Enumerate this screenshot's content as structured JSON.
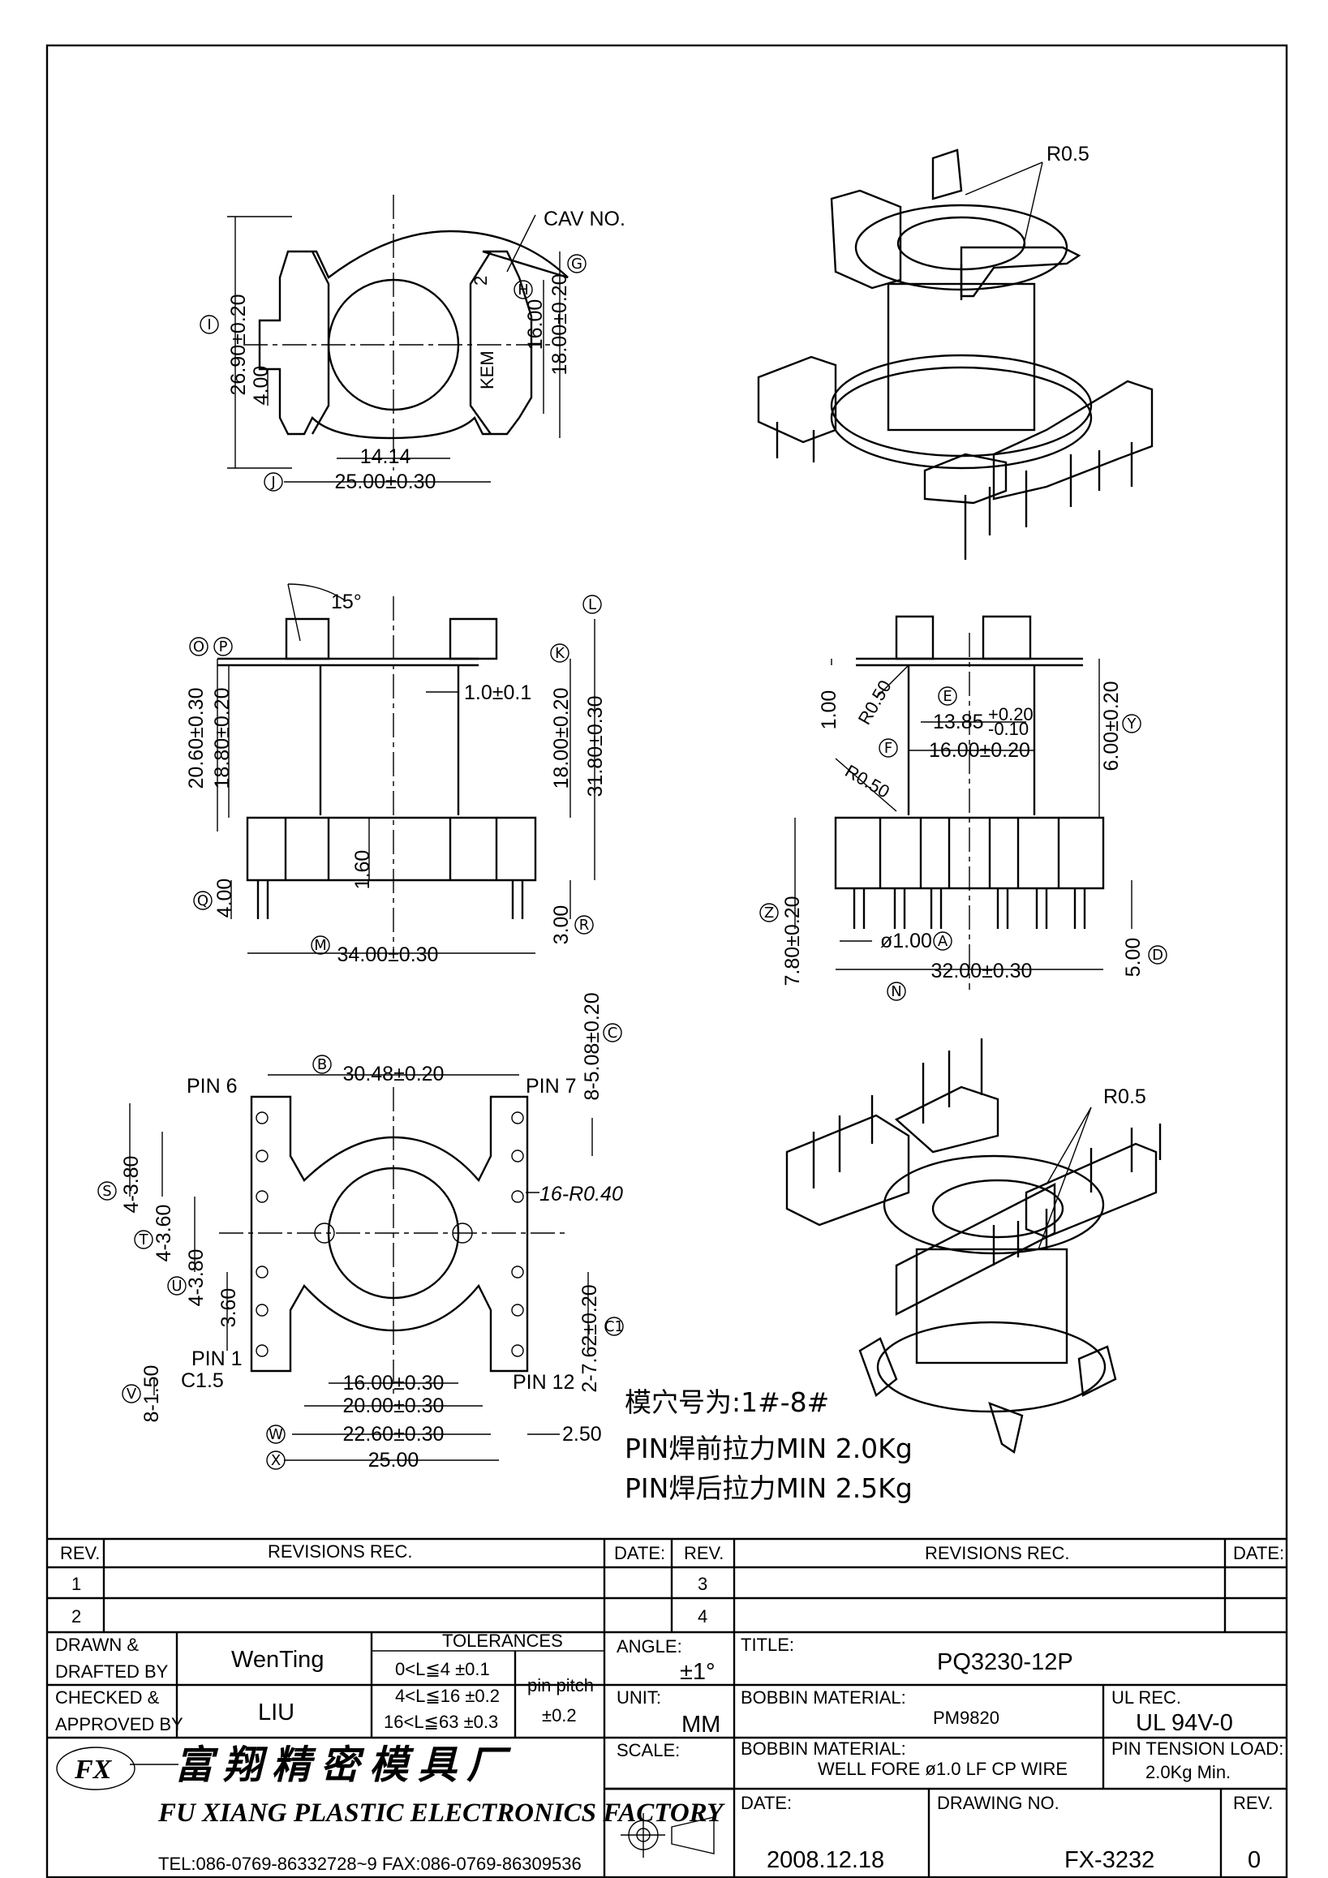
{
  "views": {
    "top": {
      "dims": [
        "26.90±0.20",
        "4.00",
        "16.00",
        "18.00±0.20",
        "14.14",
        "25.00±0.30"
      ],
      "labels": [
        "CAV NO.",
        "2",
        "KEM"
      ],
      "markers": [
        "I",
        "J",
        "H",
        "G"
      ]
    },
    "front": {
      "dims": [
        "15°",
        "20.60±0.30",
        "18.80±0.20",
        "1.0±0.1",
        "18.00±0.20",
        "31.80±0.30",
        "1.60",
        "4.00",
        "3.00",
        "34.00±0.30"
      ],
      "markers": [
        "O",
        "P",
        "K",
        "L",
        "Q",
        "M",
        "R"
      ]
    },
    "side": {
      "dims": [
        "1.00",
        "R0.50",
        "13.85",
        "+0.20",
        "-0.10",
        "16.00±0.20",
        "R0.50",
        "6.00±0.20",
        "7.80±0.20",
        "ø1.00",
        "32.00±0.30",
        "5.00"
      ],
      "markers": [
        "E",
        "F",
        "Y",
        "Z",
        "A",
        "N",
        "D"
      ]
    },
    "bottom": {
      "dims": [
        "30.48±0.20",
        "8-5.08±0.20",
        "4-3.80",
        "4-3.60",
        "4-3.80",
        "3.60",
        "16-R0.40",
        "2-7.62±0.20",
        "8-1.50",
        "C1.5",
        "16.00±0.30",
        "20.00±0.30",
        "22.60±0.30",
        "2.50",
        "25.00"
      ],
      "labels": [
        "PIN 6",
        "PIN 7",
        "PIN 1",
        "PIN 12"
      ],
      "markers": [
        "B",
        "C",
        "S",
        "T",
        "U",
        "C1",
        "V",
        "W",
        "X"
      ]
    },
    "iso_top": {
      "label": "R0.5"
    },
    "iso_bottom": {
      "label": "R0.5"
    }
  },
  "notes": {
    "line1": "模穴号为:1#-8#",
    "line2": "PIN焊前拉力MIN 2.0Kg",
    "line3": "PIN焊后拉力MIN 2.5Kg"
  },
  "title_block": {
    "rev_header": "REV.",
    "revisions_header": "REVISIONS   REC.",
    "date_header": "DATE:",
    "rev_rows": [
      "1",
      "2"
    ],
    "rev_rows_right": [
      "3",
      "4"
    ],
    "drawn_label": "DRAWN &\nDRAFTED BY",
    "drawn_label_1": "DRAWN &",
    "drawn_label_2": "DRAFTED BY",
    "drawn_by": "WenTing",
    "checked_label_1": "CHECKED &",
    "checked_label_2": "APPROVED BY",
    "checked_by": "LIU",
    "tolerances_label": "TOLERANCES",
    "tol_1": "0<L≦4   ±0.1",
    "tol_2": "4<L≦16  ±0.2",
    "tol_3": "16<L≦63  ±0.3",
    "pin_pitch_label": "pin pitch",
    "pin_pitch_value": "±0.2",
    "angle_label": "ANGLE:",
    "angle_value": "±1°",
    "unit_label": "UNIT:",
    "unit_value": "MM",
    "scale_label": "SCALE:",
    "title_label": "TITLE:",
    "title_value": "PQ3230-12P",
    "bobbin_material_label": "BOBBIN MATERIAL:",
    "bobbin_material_value": "PM9820",
    "ul_label": "UL REC.",
    "ul_value": "UL 94V-0",
    "bobbin_material_label_2": "BOBBIN MATERIAL:",
    "bobbin_material_value_2": "WELL FORE  ø1.0  LF  CP  WIRE",
    "pin_tension_label": "PIN TENSION LOAD:",
    "pin_tension_value": "2.0Kg Min.",
    "date_label": "DATE:",
    "date_value": "2008.12.18",
    "drawing_no_label": "DRAWING NO.",
    "drawing_no_value": "FX-3232",
    "rev_label": "REV.",
    "rev_value": "0",
    "company_cn": "富 翔 精 密 模 具 厂",
    "company_en": "FU XIANG PLASTIC ELECTRONICS FACTORY",
    "company_tel": "TEL:086-0769-86332728~9  FAX:086-0769-86309536",
    "logo_text": "FX"
  }
}
